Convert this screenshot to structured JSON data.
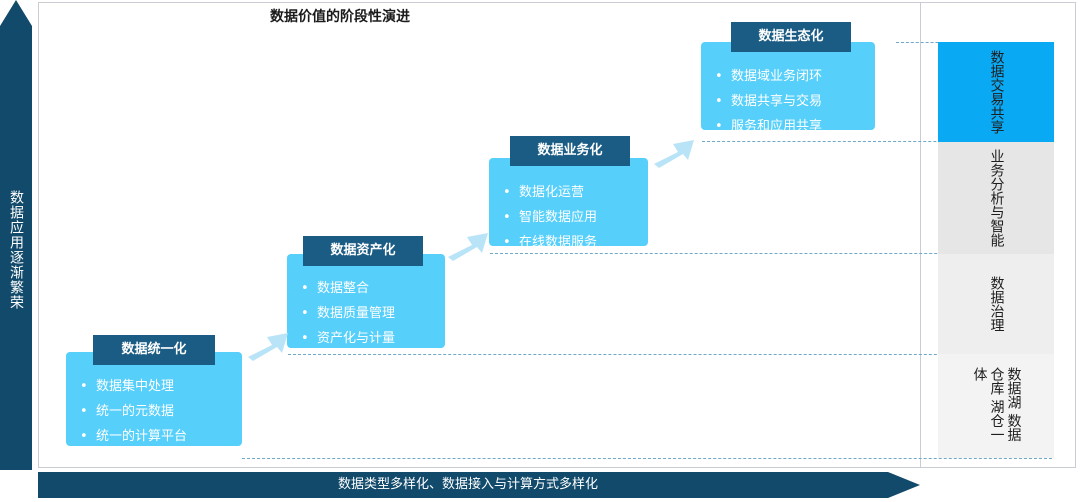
{
  "title": "数据价值的阶段性演进",
  "y_axis_label": "数据应用逐渐繁荣",
  "x_axis_label": "数据类型多样化、数据接入与计算方式多样化",
  "stages": [
    {
      "title": "数据统一化",
      "items": [
        "数据集中处理",
        "统一的元数据",
        "统一的计算平台"
      ]
    },
    {
      "title": "数据资产化",
      "items": [
        "数据整合",
        "数据质量管理",
        "资产化与计量"
      ]
    },
    {
      "title": "数据业务化",
      "items": [
        "数据化运营",
        "智能数据应用",
        "在线数据服务"
      ]
    },
    {
      "title": "数据生态化",
      "items": [
        "数据域业务闭环",
        "数据共享与交易",
        "服务和应用共享"
      ]
    }
  ],
  "levels": [
    {
      "label": "数据交易共享",
      "highlight": true
    },
    {
      "label": "业务分析与智能",
      "highlight": false
    },
    {
      "label": "数据治理",
      "highlight": false
    },
    {
      "label": "数据湖 数据仓库 湖仓一体",
      "highlight": false
    }
  ],
  "colors": {
    "axis_arrow": "#114a6b",
    "stage_box": "#56cffb",
    "stage_header": "#1b5c85",
    "step_arrow": "#b9e4f8",
    "level_highlight": "#0aa9f3",
    "level_gray_1": "#e6e6e6",
    "level_gray_2": "#eeeeee",
    "level_gray_3": "#f3f3f3"
  }
}
